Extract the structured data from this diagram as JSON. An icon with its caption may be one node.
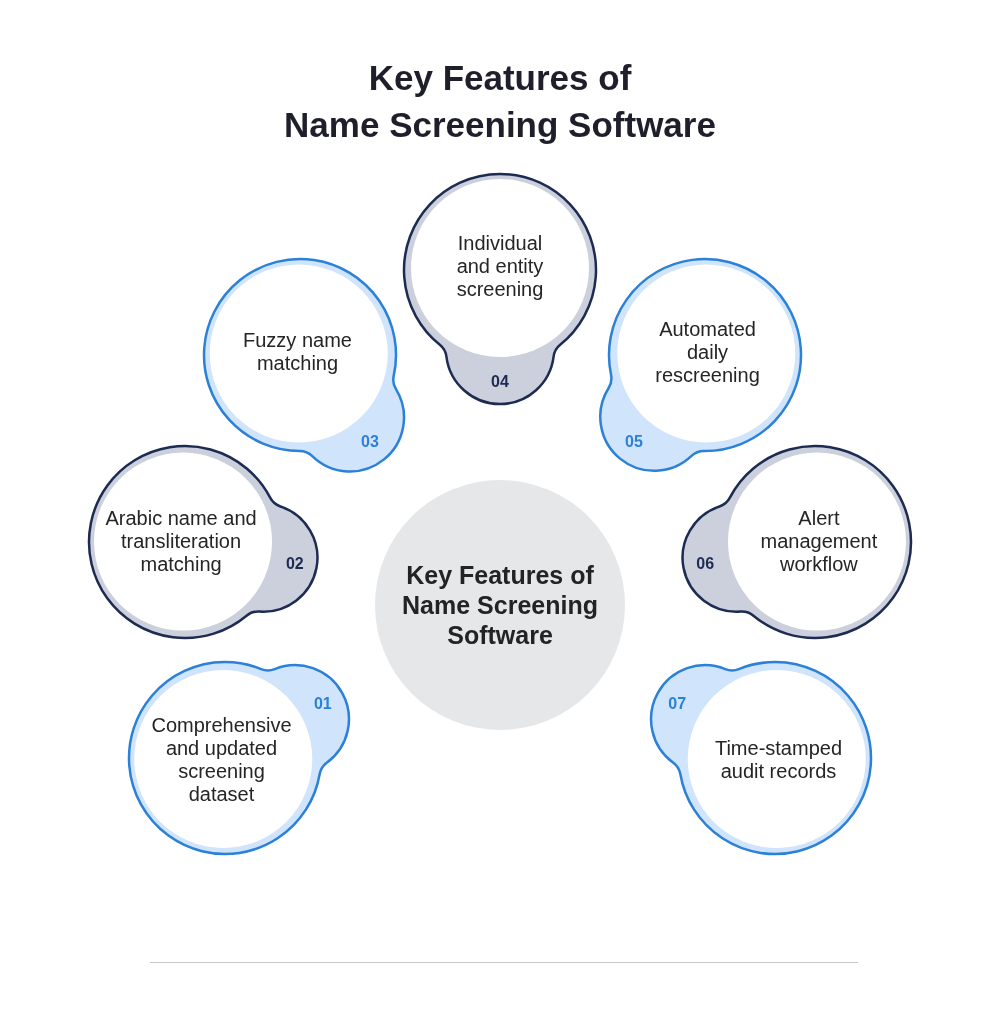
{
  "diagram": {
    "title": "Key Features of Name Screening Software",
    "nodes": [
      {
        "text": [
          "Key Features of Name Screening Software"
        ]
      },
      {
        "text": [
          "01",
          "Comprehensive and updated screening dataset"
        ]
      },
      {
        "text": [
          "Arabic name and transliteration matching",
          "02"
        ]
      },
      {
        "text": [
          "Fuzzy name matching",
          "03"
        ]
      },
      {
        "text": [
          "Individual and entity screening",
          "04"
        ]
      },
      {
        "text": [
          "Automated daily rescreening",
          "05"
        ]
      },
      {
        "text": [
          "06",
          "Alert management workflow"
        ]
      },
      {
        "text": [
          "07",
          "Time-stamped audit records"
        ]
      }
    ]
  }
}
